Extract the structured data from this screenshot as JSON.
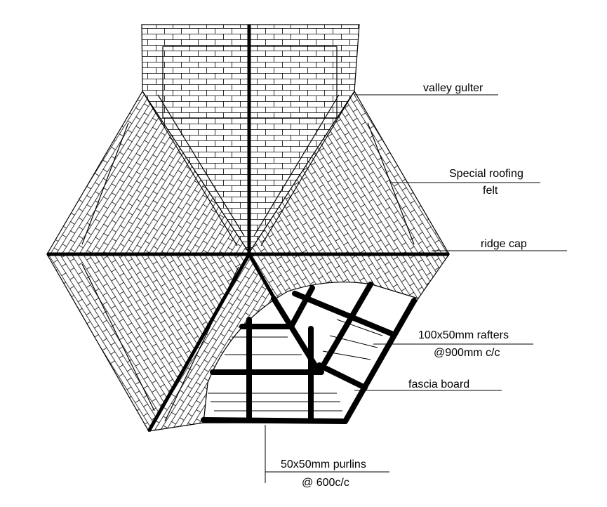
{
  "labels": {
    "valley_gutter": "valley gulter",
    "roofing_felt_line1": "Special roofing",
    "roofing_felt_line2": "felt",
    "ridge_cap": "ridge cap",
    "rafters_line1": "100x50mm rafters",
    "rafters_line2": "@900mm c/c",
    "fascia": "fascia board",
    "purlins_line1": "50x50mm purlins",
    "purlins_line2": "@ 600c/c"
  },
  "colors": {
    "line": "#000000",
    "background": "#ffffff"
  }
}
